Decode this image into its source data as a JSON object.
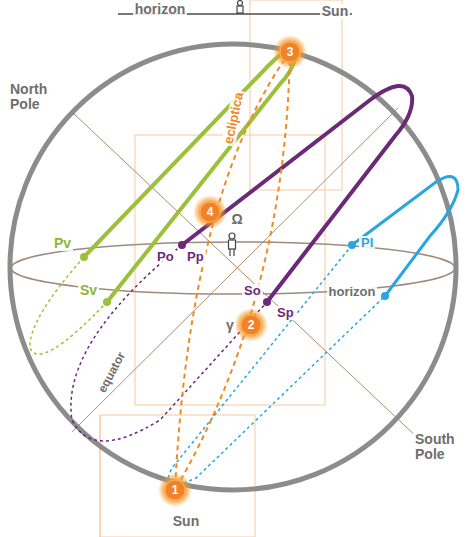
{
  "diagram": {
    "nodes": [
      {
        "text": [
          "3"
        ]
      },
      {
        "text": [
          "4"
        ]
      },
      {
        "text": [
          "2"
        ]
      },
      {
        "text": [
          "1"
        ]
      }
    ],
    "labels": [
      "horizon",
      "Sun",
      "North Pole",
      "ecliptica",
      "Ω",
      "Pv",
      "Sv",
      "Po",
      "Pp",
      "PI",
      "So",
      "Sp",
      "horizon",
      "γ",
      "equator",
      "South Pole",
      "Sun"
    ]
  }
}
